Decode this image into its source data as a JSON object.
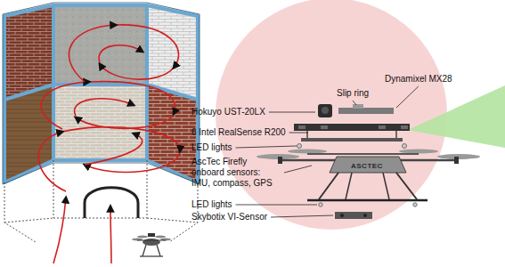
{
  "diagram": {
    "labels": [
      "Hokuyo UST-20LX",
      "Slip ring",
      "Dynamixel MX28",
      "6 Intel RealSense R200",
      "LED lights",
      "AscTec Firefly onboard sensors: IMU, compass, GPS",
      "LED lights",
      "Skybotix VI-Sensor",
      "ASCTEC"
    ]
  }
}
